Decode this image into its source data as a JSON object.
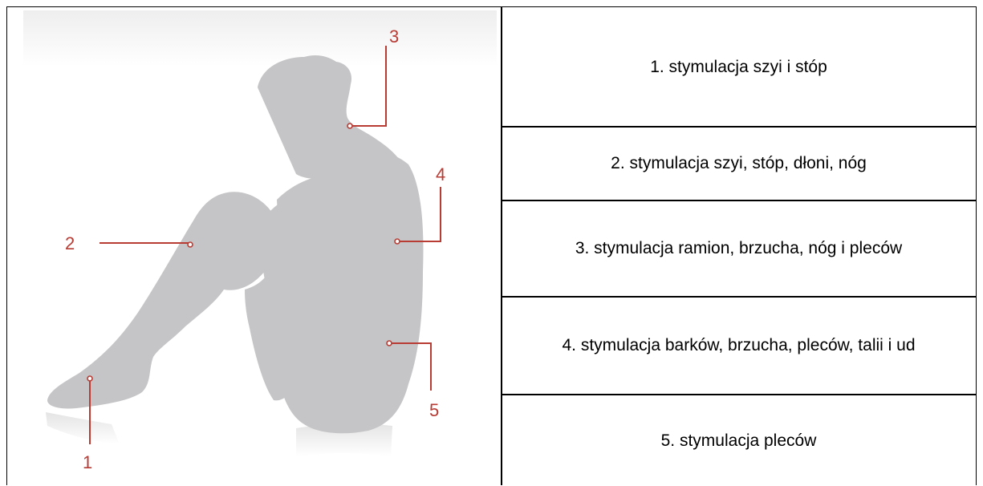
{
  "figure": {
    "callouts": [
      {
        "number": "1"
      },
      {
        "number": "2"
      },
      {
        "number": "3"
      },
      {
        "number": "4"
      },
      {
        "number": "5"
      }
    ],
    "colors": {
      "silhouette": "#c5c4c6",
      "callout": "#b83b34",
      "shadow": "#e9e9ea"
    }
  },
  "legend": {
    "rows": [
      {
        "label": "1. stymulacja szyi i stóp"
      },
      {
        "label": "2. stymulacja szyi, stóp, dłoni, nóg"
      },
      {
        "label": "3. stymulacja ramion, brzucha, nóg i pleców"
      },
      {
        "label": "4. stymulacja barków, brzucha, pleców, talii i ud"
      },
      {
        "label": "5. stymulacja pleców"
      }
    ]
  }
}
